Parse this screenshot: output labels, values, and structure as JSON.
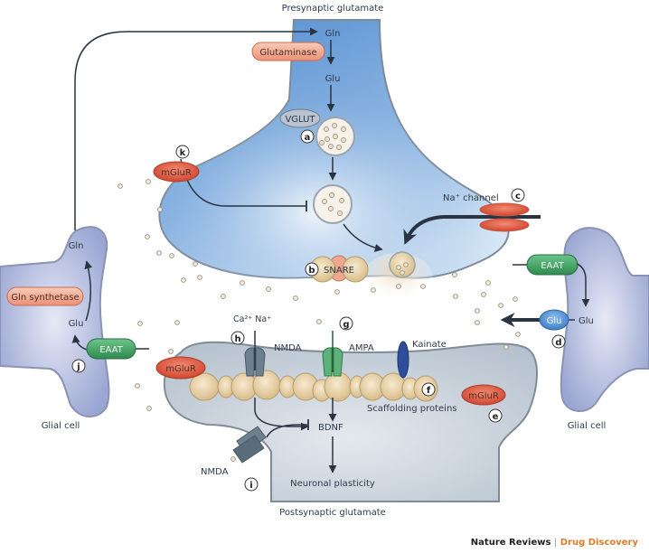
{
  "title": "Presynaptic glutamate",
  "footer_title": "Postsynaptic glutamate",
  "credit": {
    "publisher": "Nature Reviews",
    "separator": "|",
    "journal": "Drug Discovery"
  },
  "presynaptic": {
    "gln": "Gln",
    "enzyme": "Glutaminase",
    "glu": "Glu",
    "transporter": "VGLUT",
    "receptor": "mGluR",
    "channel": "Na⁺ channel",
    "fusion": "SNARE"
  },
  "postsynaptic": {
    "ions": "Ca²⁺  Na⁺",
    "nmda": "NMDA",
    "ampa": "AMPA",
    "kainate": "Kainate",
    "mglur_left": "mGluR",
    "mglur_right": "mGluR",
    "scaffold": "Scaffolding proteins",
    "bdnf": "BDNF",
    "nmda_extra": "NMDA",
    "plasticity": "Neuronal plasticity"
  },
  "glia_left": {
    "gln": "Gln",
    "enzyme": "Gln synthetase",
    "glu": "Glu",
    "transporter": "EAAT",
    "label": "Glial cell"
  },
  "glia_right": {
    "transporter": "EAAT",
    "glu_transporter": "Glu",
    "glu": "Glu",
    "label": "Glial cell"
  },
  "markers": {
    "a": "a",
    "b": "b",
    "c": "c",
    "d": "d",
    "e": "e",
    "f": "f",
    "g": "g",
    "h": "h",
    "i": "i",
    "j": "j",
    "k": "k"
  },
  "colors": {
    "presynaptic_blue": "#5b93d0",
    "glia_lavender": "#a9b3d8",
    "postsynaptic_gray": "#c7d0d9",
    "enzyme_salmon": "#f2a48e",
    "receptor_red": "#e0634c",
    "eaat_green": "#3f9a5e",
    "scaffold_tan": "#e6cfa4",
    "kainate_blue": "#2d4f9a",
    "journal_orange": "#e07b2a"
  }
}
